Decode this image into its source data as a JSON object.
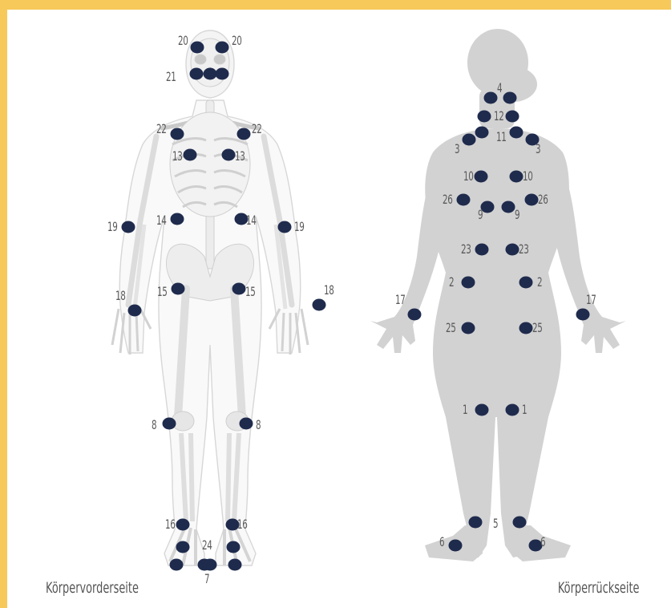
{
  "colors": {
    "frame": "#f7c85a",
    "dot": "#1f2b4d",
    "silhouette": "#d2d2d2",
    "bone": "#ececec",
    "text": "#5a5a5a"
  },
  "front": {
    "caption": "Körpervorderseite",
    "points": [
      {
        "label": "20"
      },
      {
        "label": "20"
      },
      {
        "label": "21"
      },
      {
        "label": ""
      },
      {
        "label": ""
      },
      {
        "label": "22"
      },
      {
        "label": "22"
      },
      {
        "label": "13"
      },
      {
        "label": "13"
      },
      {
        "label": "19"
      },
      {
        "label": "19"
      },
      {
        "label": "14"
      },
      {
        "label": "14"
      },
      {
        "label": "15"
      },
      {
        "label": "15"
      },
      {
        "label": "18"
      },
      {
        "label": "18"
      },
      {
        "label": "8"
      },
      {
        "label": "8"
      },
      {
        "label": "16"
      },
      {
        "label": "16"
      },
      {
        "label": "24"
      },
      {
        "label": ""
      },
      {
        "label": ""
      },
      {
        "label": ""
      },
      {
        "label": "7"
      },
      {
        "label": ""
      }
    ]
  },
  "back": {
    "caption": "Körperrückseite",
    "points": [
      {
        "label": "4"
      },
      {
        "label": ""
      },
      {
        "label": "12"
      },
      {
        "label": ""
      },
      {
        "label": "11"
      },
      {
        "label": ""
      },
      {
        "label": "3"
      },
      {
        "label": "3"
      },
      {
        "label": "10"
      },
      {
        "label": "10"
      },
      {
        "label": "26"
      },
      {
        "label": "26"
      },
      {
        "label": "9"
      },
      {
        "label": "9"
      },
      {
        "label": "23"
      },
      {
        "label": "23"
      },
      {
        "label": "2"
      },
      {
        "label": "2"
      },
      {
        "label": "17"
      },
      {
        "label": "17"
      },
      {
        "label": "25"
      },
      {
        "label": "25"
      },
      {
        "label": "1"
      },
      {
        "label": "1"
      },
      {
        "label": "5"
      },
      {
        "label": ""
      },
      {
        "label": "6"
      },
      {
        "label": "6"
      }
    ]
  }
}
